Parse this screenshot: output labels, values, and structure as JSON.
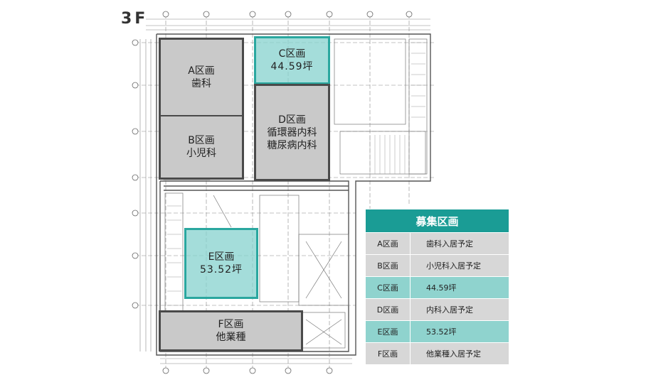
{
  "floor": "3F",
  "zones": {
    "a": {
      "name": "A区画",
      "use": "歯科"
    },
    "b": {
      "name": "B区画",
      "use": "小児科"
    },
    "c": {
      "name": "C区画",
      "area": "44.59坪"
    },
    "d": {
      "name": "D区画",
      "use1": "循環器内科",
      "use2": "糖尿病内科"
    },
    "e": {
      "name": "E区画",
      "area": "53.52坪"
    },
    "f": {
      "name": "F区画",
      "use": "他業種"
    }
  },
  "table": {
    "title": "募集区画",
    "rows": [
      {
        "zone": "A区画",
        "status": "歯科入居予定"
      },
      {
        "zone": "B区画",
        "status": "小児科入居予定"
      },
      {
        "zone": "C区画",
        "status": "44.59坪"
      },
      {
        "zone": "D区画",
        "status": "内科入居予定"
      },
      {
        "zone": "E区画",
        "status": "53.52坪"
      },
      {
        "zone": "F区画",
        "status": "他業種入居予定"
      }
    ]
  },
  "colors": {
    "teal": "#1a9c95",
    "teal_light": "#8fd3ce",
    "grey": "#d7d7d7",
    "zone_grey": "#c9c9c9"
  }
}
